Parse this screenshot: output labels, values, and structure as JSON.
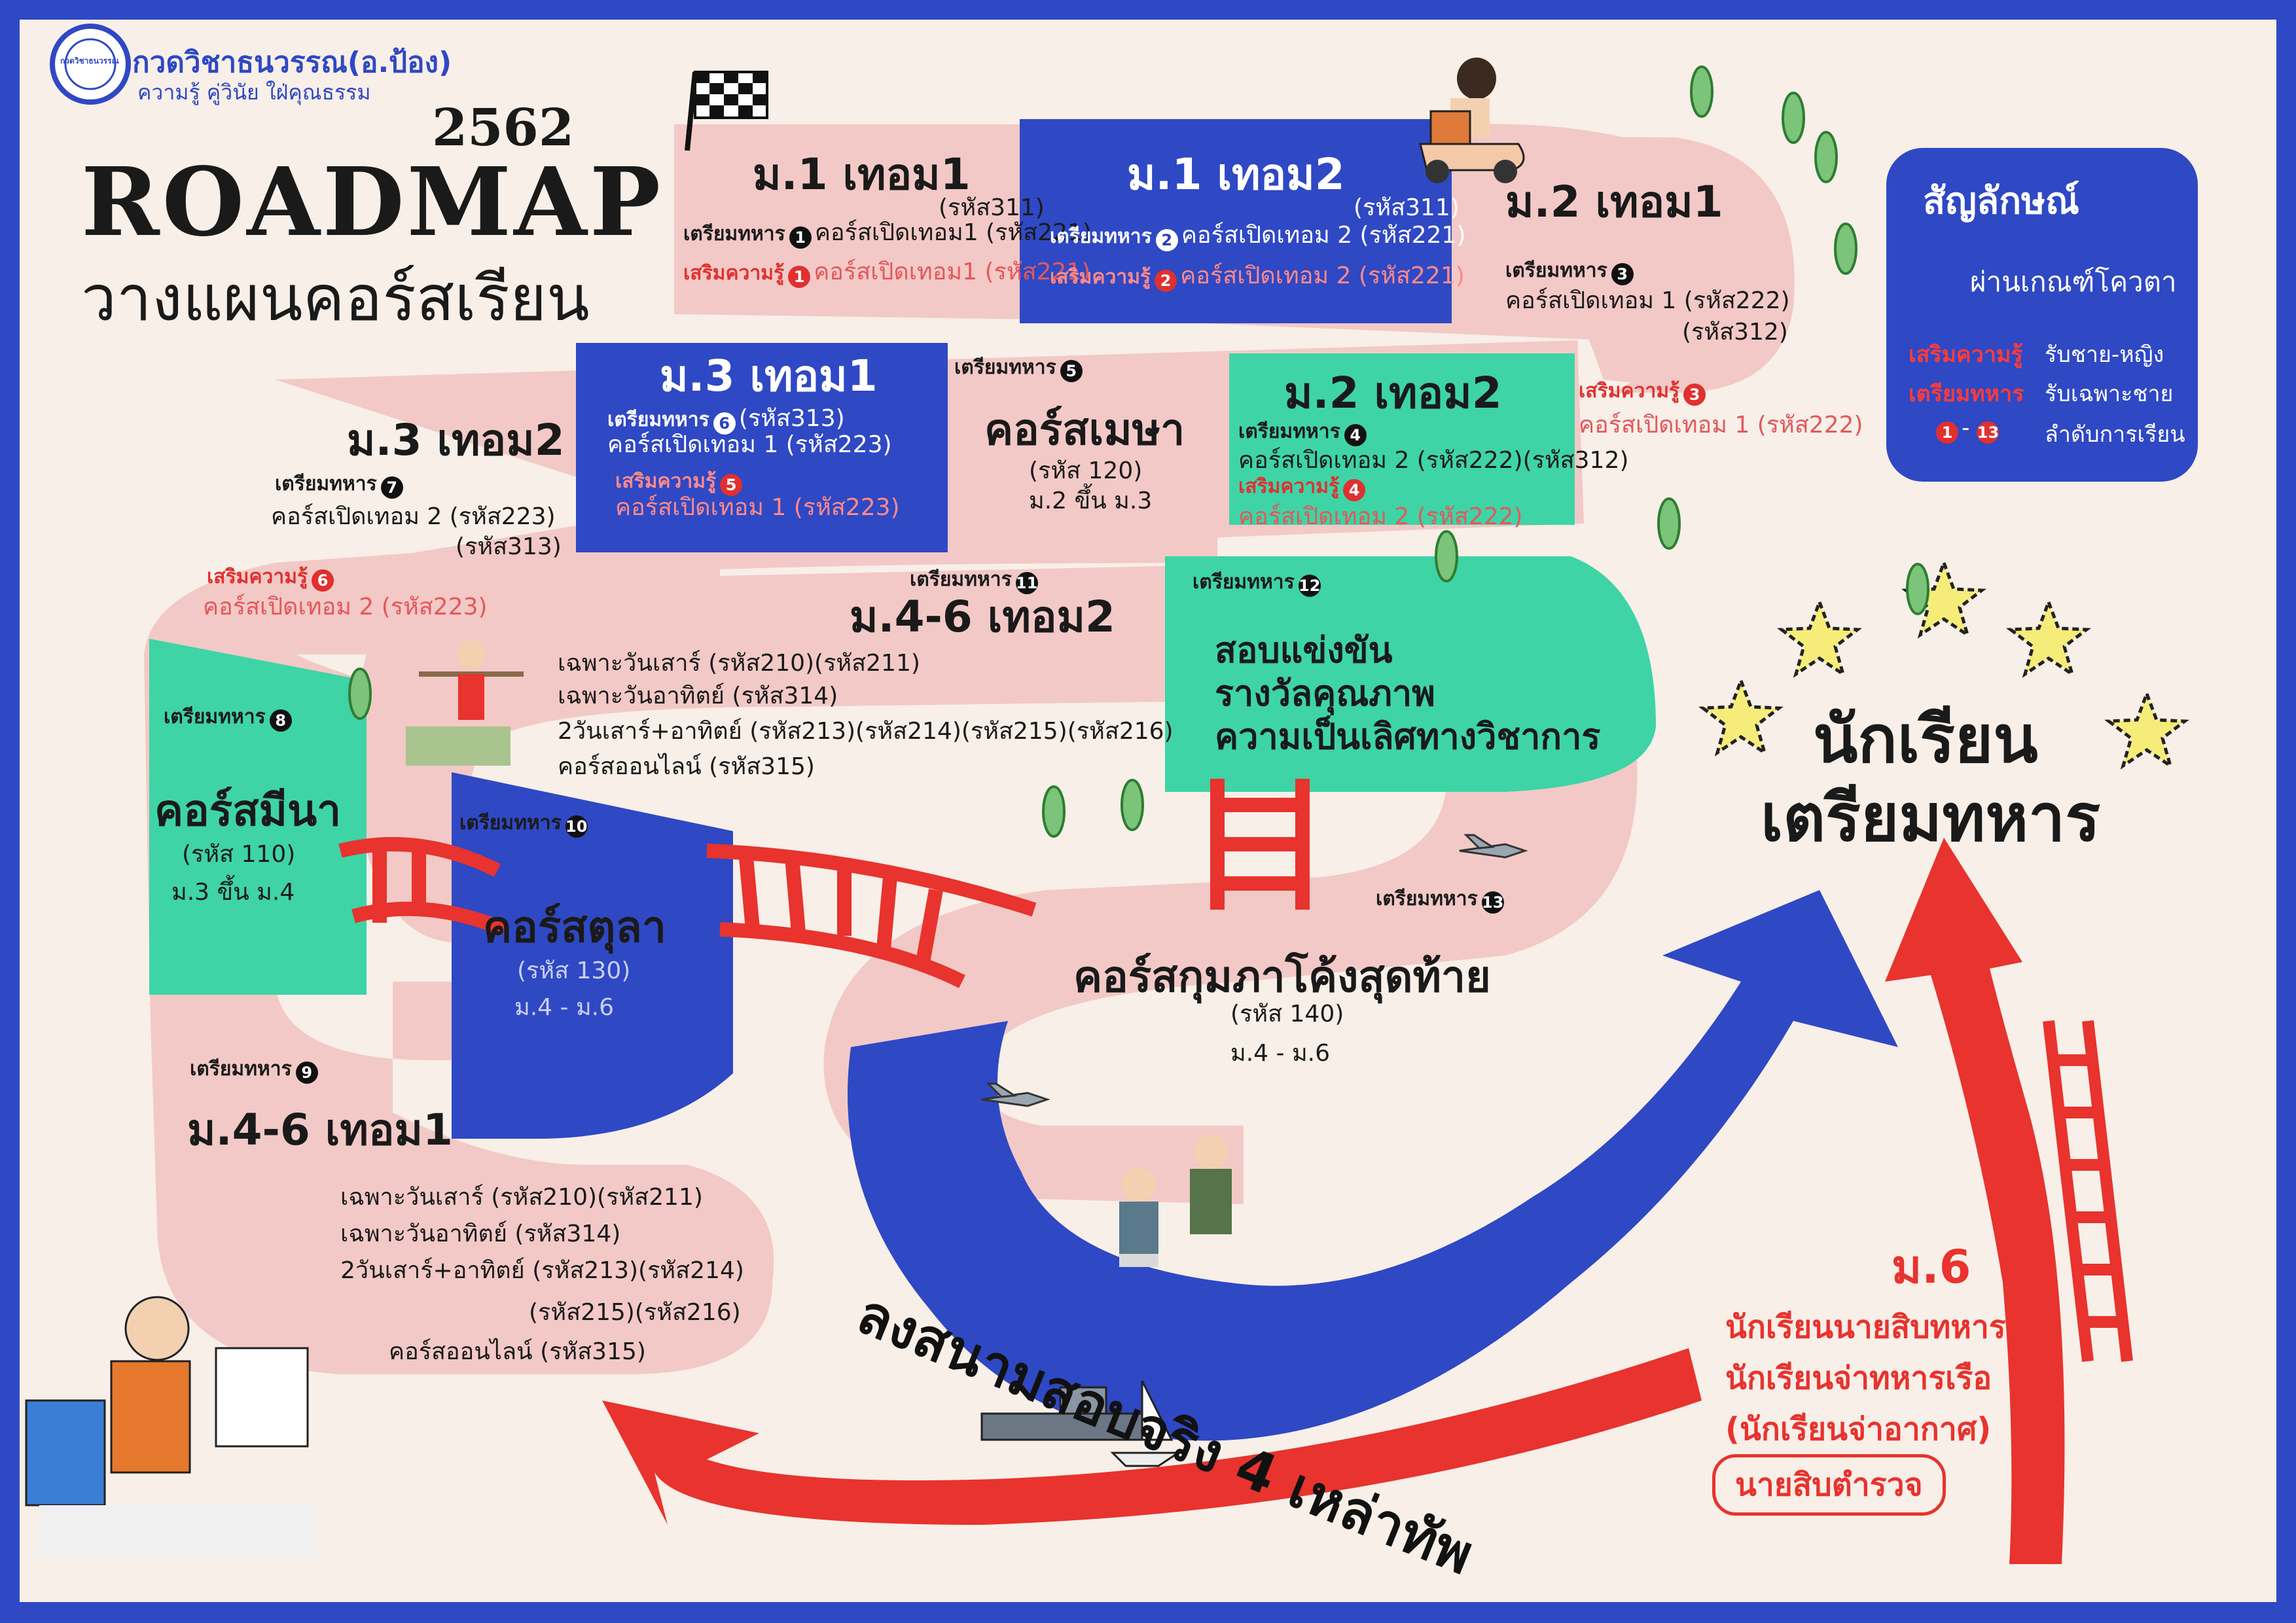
{
  "brand": {
    "name": "กวดวิชาธนวรรณ(อ.ป้อง)",
    "tagline": "ความรู้ คู่วินัย ใฝ่คุณธรรม",
    "logo_text": "กวดวิชาธนวรรณ"
  },
  "header": {
    "year": "2562",
    "title": "ROADMAP",
    "subtitle": "วางแผนคอร์สเรียน"
  },
  "legend": {
    "title": "สัญลักษณ์",
    "ladder_text": "ผ่านเกณฑ์โควตา",
    "serm_tag": "เสริมความรู้",
    "serm_desc": "รับชาย-หญิง",
    "triam_tag": "เตรียมทหาร",
    "triam_desc": "รับเฉพาะชาย",
    "range_from": "1",
    "range_dash": "-",
    "range_to": "13",
    "range_desc": "ลำดับการเรียน"
  },
  "stations": {
    "m1t1": {
      "title": "ม.1 เทอม1",
      "code1": "(รหัส311)",
      "tag": "เตรียมทหาร",
      "num": "1",
      "line1": "คอร์สเปิดเทอม1 (รหัส221)",
      "serm_tag": "เสริมความรู้",
      "serm_num": "1",
      "serm_line": "คอร์สเปิดเทอม1 (รหัส221)"
    },
    "m1t2": {
      "title": "ม.1 เทอม2",
      "code1": "(รหัส311)",
      "tag": "เตรียมทหาร",
      "num": "2",
      "line1": "คอร์สเปิดเทอม 2 (รหัส221)",
      "serm_tag": "เสริมความรู้",
      "serm_num": "2",
      "serm_line": "คอร์สเปิดเทอม 2 (รหัส221)"
    },
    "m2t1": {
      "title": "ม.2 เทอม1",
      "tag": "เตรียมทหาร",
      "num": "3",
      "line1": "คอร์สเปิดเทอม 1 (รหัส222)",
      "line2": "(รหัส312)",
      "serm_tag": "เสริมความรู้",
      "serm_num": "3",
      "serm_line": "คอร์สเปิดเทอม 1 (รหัส222)"
    },
    "m2t2": {
      "title": "ม.2 เทอม2",
      "tag": "เตรียมทหาร",
      "num": "4",
      "line1": "คอร์สเปิดเทอม 2 (รหัส222)(รหัส312)",
      "serm_tag": "เสริมความรู้",
      "serm_num": "4",
      "serm_line": "คอร์สเปิดเทอม 2 (รหัส222)"
    },
    "mesa": {
      "tag": "เตรียมทหาร",
      "num": "5",
      "title": "คอร์สเมษา",
      "code": "(รหัส 120)",
      "level": "ม.2 ขึ้น ม.3"
    },
    "m3t1": {
      "title": "ม.3 เทอม1",
      "tag": "เตรียมทหาร",
      "num": "6",
      "code1": "(รหัส313)",
      "line1": "คอร์สเปิดเทอม 1 (รหัส223)",
      "serm_tag": "เสริมความรู้",
      "serm_num": "5",
      "serm_line": "คอร์สเปิดเทอม 1 (รหัส223)"
    },
    "m3t2": {
      "title": "ม.3 เทอม2",
      "tag": "เตรียมทหาร",
      "num": "7",
      "line1": "คอร์สเปิดเทอม 2 (รหัส223)",
      "line2": "(รหัส313)",
      "serm_tag": "เสริมความรู้",
      "serm_num": "6",
      "serm_line": "คอร์สเปิดเทอม 2 (รหัส223)"
    },
    "meena": {
      "tag": "เตรียมทหาร",
      "num": "8",
      "title": "คอร์สมีนา",
      "code": "(รหัส 110)",
      "level": "ม.3 ขึ้น ม.4"
    },
    "m46t1": {
      "tag": "เตรียมทหาร",
      "num": "9",
      "title": "ม.4-6 เทอม1",
      "lines": [
        "เฉพาะวันเสาร์      (รหัส210)(รหัส211)",
        "เฉพาะวันอาทิตย์    (รหัส314)",
        "2วันเสาร์+อาทิตย์ (รหัส213)(รหัส214)",
        "(รหัส215)(รหัส216)",
        "คอร์สออนไลน์      (รหัส315)"
      ]
    },
    "tula": {
      "tag": "เตรียมทหาร",
      "num": "10",
      "title": "คอร์สตุลา",
      "code": "(รหัส 130)",
      "level": "ม.4 - ม.6"
    },
    "m46t2": {
      "tag": "เตรียมทหาร",
      "num": "11",
      "title": "ม.4-6 เทอม2",
      "lines": [
        "เฉพาะวันเสาร์      (รหัส210)(รหัส211)",
        "เฉพาะวันอาทิตย์    (รหัส314)",
        "2วันเสาร์+อาทิตย์ (รหัส213)(รหัส214)(รหัส215)(รหัส216)",
        "คอร์สออนไลน์      (รหัส315)"
      ]
    },
    "compete": {
      "tag": "เตรียมทหาร",
      "num": "12",
      "lines": [
        "สอบแข่งขัน",
        "รางวัลคุณภาพ",
        "ความเป็นเลิศทางวิชาการ"
      ]
    },
    "kumpha": {
      "tag": "เตรียมทหาร",
      "num": "13",
      "title": "คอร์สกุมภาโค้งสุดท้าย",
      "code": "(รหัส 140)",
      "level": "ม.4 - ม.6"
    }
  },
  "exam": {
    "text": "ลงสนามสอบจริง 4 เหล่าทัพ"
  },
  "goal": {
    "line1": "นักเรียน",
    "line2": "เตรียมทหาร"
  },
  "m6": {
    "title": "ม.6",
    "lines": [
      "นักเรียนนายสิบทหารบก",
      "นักเรียนจ่าทหารเรือ",
      "(นักเรียนจ่าอากาศ)"
    ],
    "boxed": "นายสิบตำรวจ"
  },
  "colors": {
    "frame": "#2f48c4",
    "background": "#f7efe8",
    "path_pink": "#f2c9c6",
    "path_blue": "#2f48c4",
    "path_green": "#3ed4a6",
    "accent_red": "#e8332e",
    "star": "#f6ec7a"
  }
}
